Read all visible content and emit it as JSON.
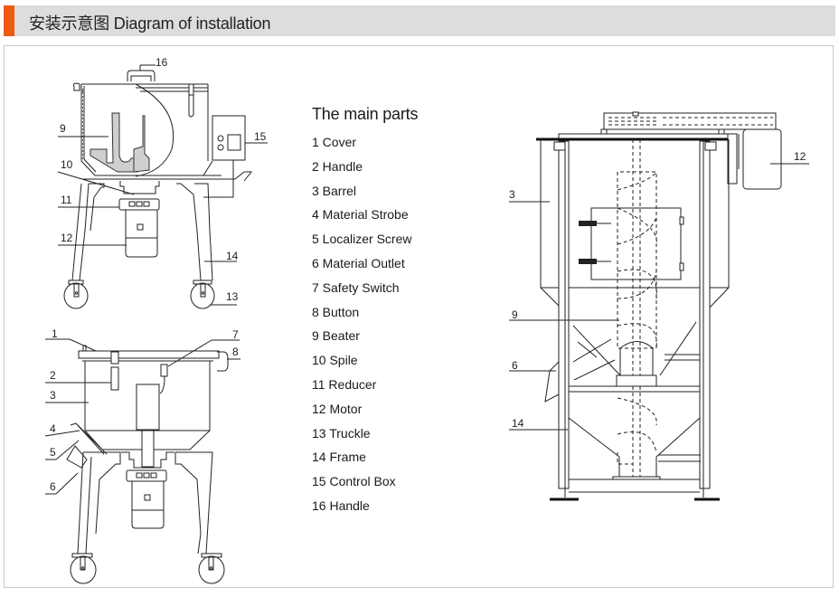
{
  "header": {
    "title": "安装示意图 Diagram of installation",
    "accent_color": "#ee5a12",
    "background_color": "#dddddd"
  },
  "parts_list": {
    "title": "The main parts",
    "items": [
      {
        "number": "1",
        "label": "1 Cover"
      },
      {
        "number": "2",
        "label": "2 Handle"
      },
      {
        "number": "3",
        "label": "3 Barrel"
      },
      {
        "number": "4",
        "label": "4 Material Strobe"
      },
      {
        "number": "5",
        "label": "5 Localizer Screw"
      },
      {
        "number": "6",
        "label": "6 Material Outlet"
      },
      {
        "number": "7",
        "label": "7 Safety Switch"
      },
      {
        "number": "8",
        "label": "8 Button"
      },
      {
        "number": "9",
        "label": "9 Beater"
      },
      {
        "number": "10",
        "label": "10 Spile"
      },
      {
        "number": "11",
        "label": "11 Reducer"
      },
      {
        "number": "12",
        "label": "12 Motor"
      },
      {
        "number": "13",
        "label": "13 Truckle"
      },
      {
        "number": "14",
        "label": "14 Frame"
      },
      {
        "number": "15",
        "label": "15 Control Box"
      },
      {
        "number": "16",
        "label": "16 Handle"
      }
    ]
  },
  "diagrams": {
    "cutaway_mixer": {
      "callouts": [
        "16",
        "9",
        "15",
        "10",
        "11",
        "12",
        "14",
        "13"
      ]
    },
    "side_view_mixer": {
      "callouts": [
        "1",
        "7",
        "8",
        "2",
        "3",
        "4",
        "5",
        "6"
      ]
    },
    "vertical_screw_mixer": {
      "callouts": [
        "12",
        "3",
        "9",
        "6",
        "14"
      ]
    }
  }
}
